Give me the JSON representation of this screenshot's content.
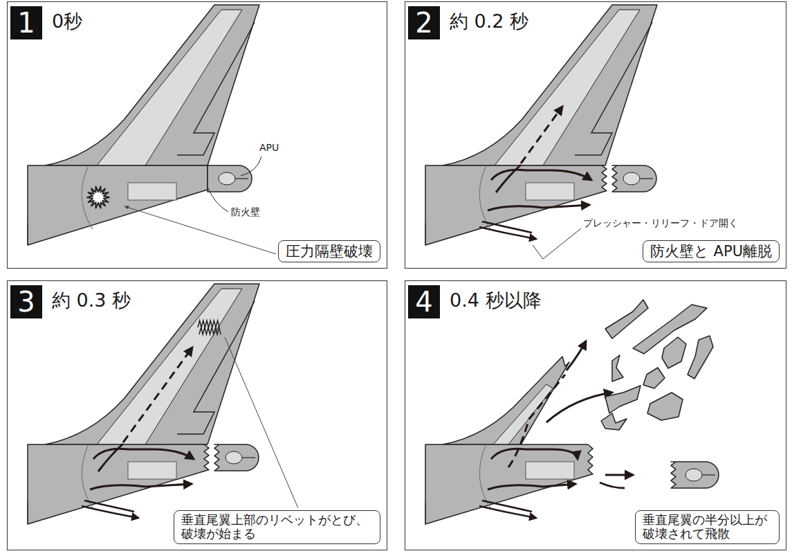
{
  "diagram": {
    "nodes": [
      {
        "text": [
          "0秒"
        ]
      },
      {
        "text": [
          "1"
        ],
        "in": 0
      },
      {
        "text": [
          "圧力隔壁破壊"
        ],
        "in": 0
      },
      {
        "text": [
          "約 0.2 秒"
        ]
      },
      {
        "text": [
          "2"
        ],
        "in": 3
      },
      {
        "text": [
          "防火壁と APU離脱"
        ],
        "in": 3
      },
      {
        "text": [
          "約 0.3 秒"
        ]
      },
      {
        "text": [
          "3"
        ],
        "in": 6
      },
      {
        "text": [
          "垂直尾翼上部のリベットがとび、 破壊が始まる"
        ],
        "in": 6
      },
      {
        "text": [
          "0.4 秒以降"
        ]
      },
      {
        "text": [
          "4"
        ],
        "in": 9
      },
      {
        "text": [
          "垂直尾翼の半分以上が 破壊されて飛散"
        ],
        "in": 9
      }
    ],
    "labels": [
      "APU",
      "防火壁",
      "プレッシャー・リリーフ・ドア開く"
    ]
  }
}
